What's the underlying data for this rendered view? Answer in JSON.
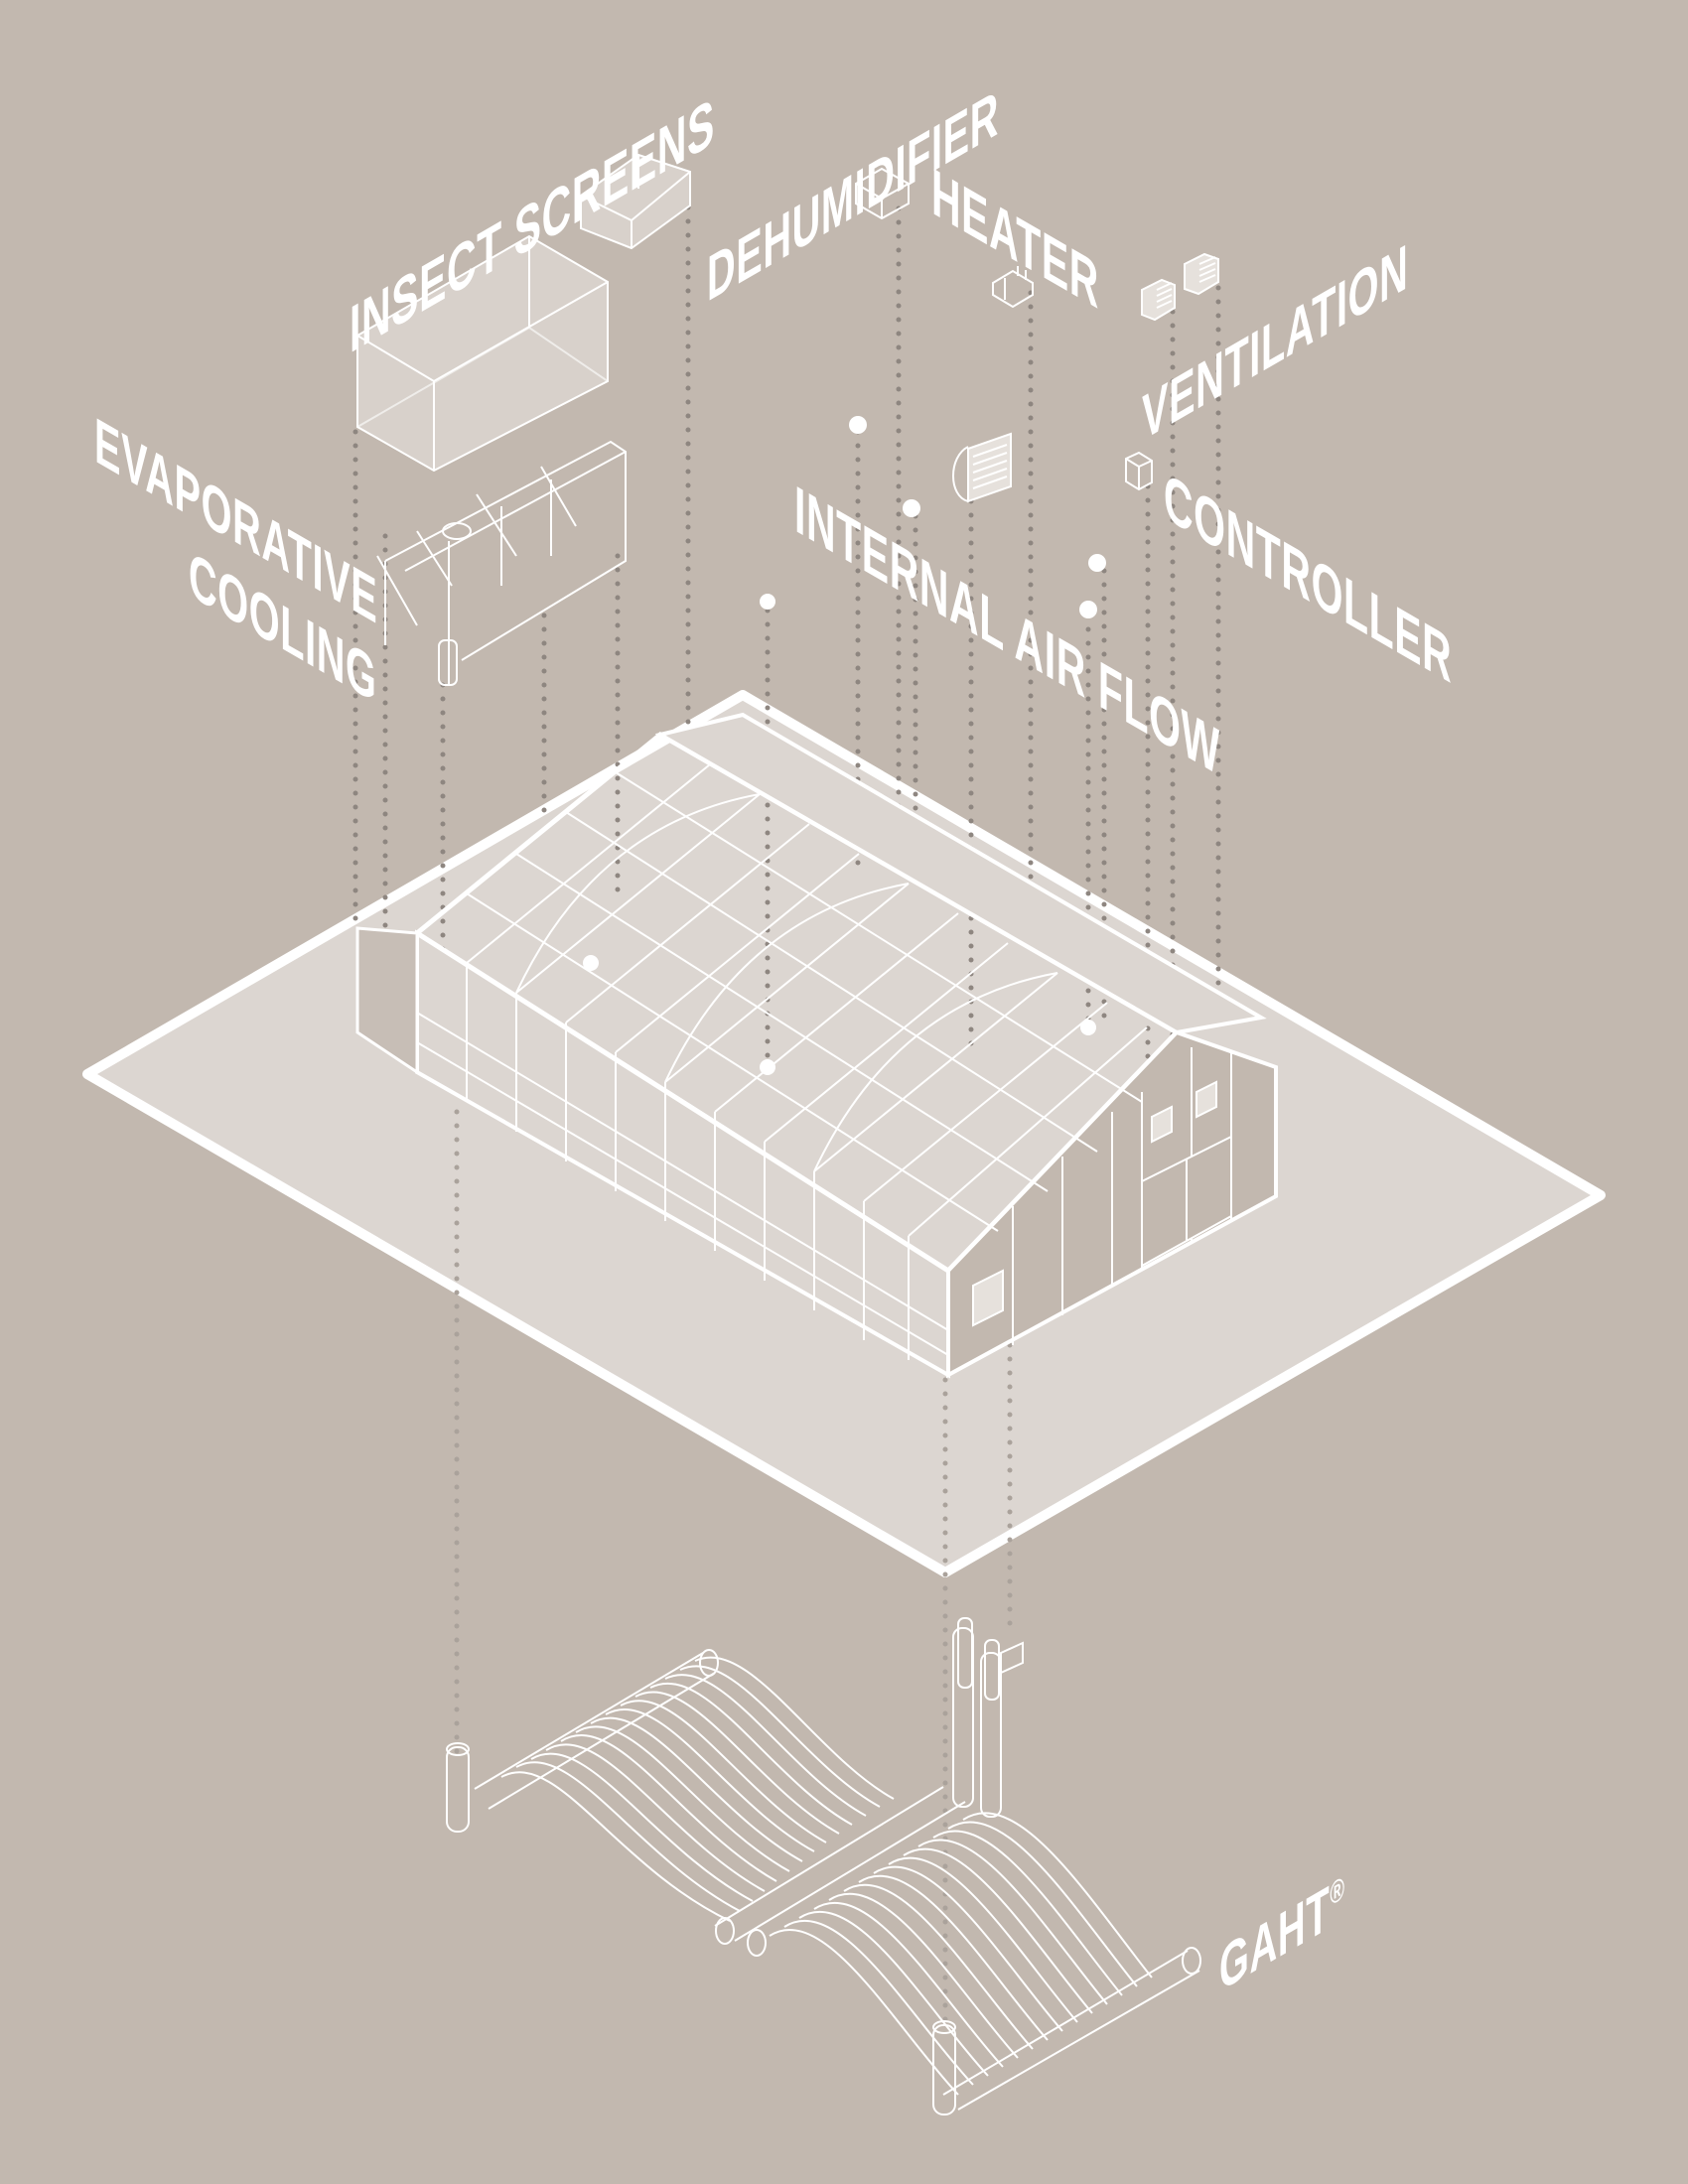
{
  "colors": {
    "background": "#c2b8af",
    "platform_fill": "#dcd6d1",
    "line": "#ffffff",
    "leader_dots": "#8e8680"
  },
  "labels": {
    "insect_screens": "INSECT SCREENS",
    "dehumidifier": "DEHUMIDIFIER",
    "heater": "HEATER",
    "ventilation": "VENTILATION",
    "evaporative_cooling_line1": "EVAPORATIVE",
    "evaporative_cooling_line2": "COOLING",
    "internal_air_flow": "INTERNAL AIR FLOW",
    "controller": "CONTROLLER",
    "gaht": "GAHT",
    "gaht_mark": "®"
  },
  "components": [
    {
      "name": "insect-screens",
      "icon": "wireframe-box-large"
    },
    {
      "name": "dehumidifier",
      "icon": "wireframe-box-small"
    },
    {
      "name": "heater",
      "icon": "cube"
    },
    {
      "name": "ventilation",
      "icon": "louvered-fans"
    },
    {
      "name": "evaporative-cooling",
      "icon": "cooling-pad-frame"
    },
    {
      "name": "internal-air-flow",
      "icon": "circulation-fans"
    },
    {
      "name": "controller",
      "icon": "control-box"
    },
    {
      "name": "gaht",
      "icon": "ground-air-heat-transfer-pipes"
    }
  ]
}
